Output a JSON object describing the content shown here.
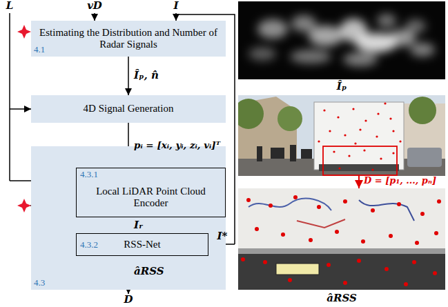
{
  "diagram": {
    "nodes": [
      {
        "text": [
          "Estimating the Distribution and Number of Radar Signals",
          "4.1"
        ]
      },
      {
        "text": [
          "4D Signal Generation"
        ]
      },
      {
        "text": [
          "4.3"
        ]
      },
      {
        "text": [
          "4.3.1",
          "Local LiDAR Point Cloud Encoder"
        ],
        "in": 2
      },
      {
        "text": [
          "4.3.2",
          "RSS-Net"
        ],
        "in": 2
      }
    ],
    "edges": [
      {
        "from": 0,
        "to": 1,
        "arrow": "to",
        "label": "Îₚ, n̂"
      },
      {
        "from": 1,
        "to": 3,
        "arrow": "to",
        "label": "pᵢ = [xᵢ, yᵢ, zᵢ, vᵢ]ᵀ"
      },
      {
        "from": 3,
        "to": 4,
        "arrow": "to",
        "label": "Iᵣ"
      }
    ],
    "labels": [
      "L",
      "vD",
      "I",
      "I*",
      "âRSS",
      "D",
      "Îₚ",
      "D = [p₁, ..., pₙ]",
      "âRSS"
    ]
  }
}
